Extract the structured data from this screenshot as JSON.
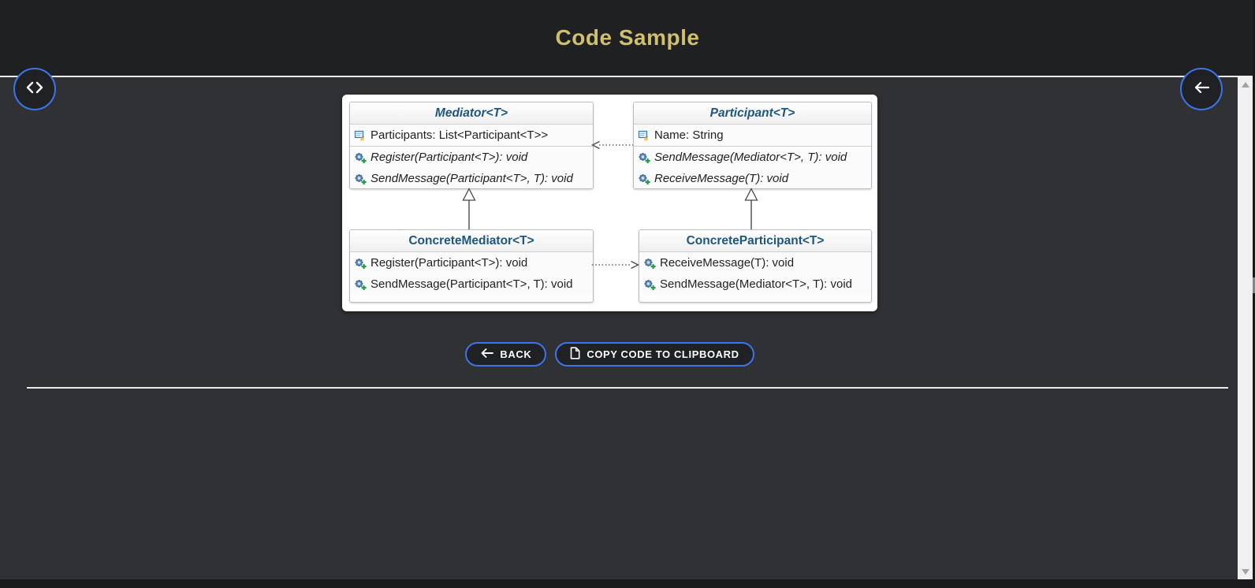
{
  "header": {
    "title": "Code Sample"
  },
  "nav": {
    "code_button_icon": "angle-brackets",
    "back_circle_icon": "arrow-left"
  },
  "diagram": {
    "classes": [
      {
        "name": "Mediator<T>",
        "abstract": true,
        "fields": [
          "Participants: List<Participant<T>>"
        ],
        "methods": [
          "Register(Participant<T>): void",
          "SendMessage(Participant<T>, T): void"
        ]
      },
      {
        "name": "Participant<T>",
        "abstract": true,
        "fields": [
          "Name: String"
        ],
        "methods": [
          "SendMessage(Mediator<T>, T): void",
          "ReceiveMessage(T): void"
        ]
      },
      {
        "name": "ConcreteMediator<T>",
        "abstract": false,
        "fields": [],
        "methods": [
          "Register(Participant<T>): void",
          "SendMessage(Participant<T>, T): void"
        ]
      },
      {
        "name": "ConcreteParticipant<T>",
        "abstract": false,
        "fields": [],
        "methods": [
          "ReceiveMessage(T): void",
          "SendMessage(Mediator<T>, T): void"
        ]
      }
    ],
    "relations": [
      {
        "type": "dependency",
        "from": "Participant<T>",
        "to": "Mediator<T>"
      },
      {
        "type": "dependency",
        "from": "ConcreteMediator<T>",
        "to": "ConcreteParticipant<T>"
      },
      {
        "type": "inheritance",
        "from": "ConcreteMediator<T>",
        "to": "Mediator<T>"
      },
      {
        "type": "inheritance",
        "from": "ConcreteParticipant<T>",
        "to": "Participant<T>"
      }
    ]
  },
  "actions": {
    "back_label": "BACK",
    "back_icon": "arrow-left",
    "copy_label": "COPY CODE TO CLIPBOARD",
    "copy_icon": "document"
  },
  "scrollbar": {
    "up_icon": "triangle-up",
    "down_icon": "triangle-down"
  },
  "colors": {
    "title_gold": "#d0bf6e",
    "accent_blue": "#3d74ea",
    "class_title_blue": "#1d567f",
    "header_bg": "#1f2022",
    "body_bg": "#303134",
    "card_bg": "#ffffff"
  }
}
